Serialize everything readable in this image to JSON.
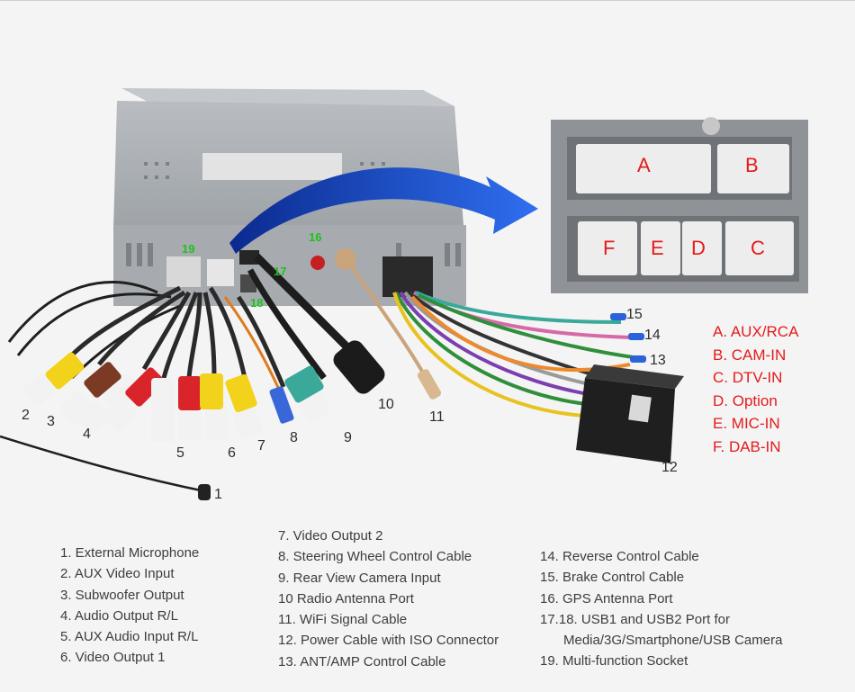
{
  "callouts": {
    "n1": "1",
    "n2": "2",
    "n3": "3",
    "n4": "4",
    "n5": "5",
    "n6": "6",
    "n7": "7",
    "n8": "8",
    "n9": "9",
    "n10": "10",
    "n11": "11",
    "n12": "12",
    "n13": "13",
    "n14": "14",
    "n15": "15",
    "n16": "16",
    "n17": "17",
    "n18": "18",
    "n19": "19"
  },
  "connector_letters": {
    "a": "A",
    "b": "B",
    "f": "F",
    "e": "E",
    "d": "D",
    "c": "C"
  },
  "connector_legend": [
    "A. AUX/RCA",
    "B. CAM-IN",
    "C. DTV-IN",
    "D. Option",
    "E. MIC-IN",
    "F. DAB-IN"
  ],
  "legend": {
    "col1": [
      "1. External Microphone",
      "2. AUX Video Input",
      "3. Subwoofer Output",
      "4. Audio Output R/L",
      "5. AUX Audio Input R/L",
      "6. Video Output 1"
    ],
    "col2": [
      "7. Video Output 2",
      "8. Steering Wheel Control Cable",
      "9. Rear View Camera Input",
      "10 Radio Antenna Port",
      "11. WiFi Signal Cable",
      "12. Power Cable with ISO Connector",
      "13. ANT/AMP Control Cable"
    ],
    "col3": [
      "14. Reverse Control Cable",
      "15. Brake Control Cable",
      "16. GPS Antenna Port",
      "17.18. USB1 and USB2 Port for",
      "Media/3G/Smartphone/USB Camera",
      "19. Multi-function Socket"
    ]
  },
  "colors": {
    "rca_yellow": "#f2d21a",
    "rca_red": "#d9242a",
    "rca_white": "#f2f2f2",
    "rca_brown": "#7a3a24",
    "teal": "#3aa99a",
    "arrow_blue": "#1d5fe6",
    "label_red": "#e41b1b",
    "label_green": "#19c419"
  }
}
